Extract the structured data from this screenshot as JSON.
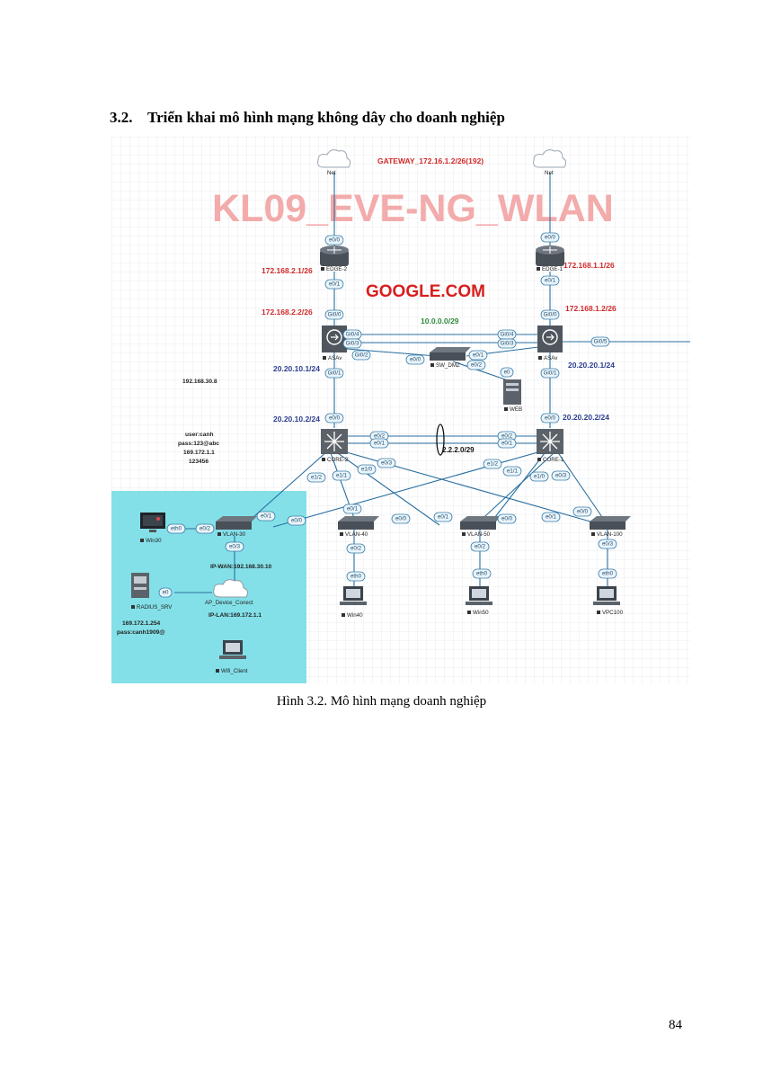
{
  "section": {
    "number": "3.2.",
    "title": "Triển khai mô hình mạng không dây cho doanh nghiệp"
  },
  "caption": "Hình 3.2. Mô hình mạng doanh nghiệp",
  "page_number": "84",
  "diagram": {
    "watermark": "KL09_EVE-NG_WLAN",
    "gateway": "GATEWAY_172.16.1.2/26(192)",
    "google": "GOOGLE.COM",
    "nodes": {
      "net_left": "Net",
      "net_right": "Net",
      "edge2": "EDGE-2",
      "edge1": "EDGE-1",
      "asav_left": "ASAv",
      "asav_right": "ASAv",
      "sw_dmz": "SW_DMZ",
      "web": "WEB",
      "core2": "CORE-2",
      "core1": "CORE-1",
      "vlan30": "VLAN-30",
      "vlan40": "VLAN-40",
      "vlan50": "VLAN-50",
      "vlan100": "VLAN-100",
      "win30": "Win30",
      "win40": "Win40",
      "win50": "Win50",
      "vpc100": "VPC100",
      "radius": "RADIUS_SRV",
      "ap": "AP_Device_Conect",
      "wifi_client": "Wifi_Client"
    },
    "addresses": {
      "edge2_out": "172.168.2.1/26",
      "edge2_in": "172.168.2.2/26",
      "edge1_out": "172.168.1.1/26",
      "edge1_in": "172.168.1.2/26",
      "asa_link": "10.0.0.0/29",
      "asa_left_core": "20.20.10.1/24",
      "core2_up": "20.20.10.2/24",
      "asa_right_core": "20.20.20.1/24",
      "core1_up": "20.20.20.2/24",
      "core_link": "2.2.2.0/29",
      "ip_wan": "IP-WAN:192.168.30.10",
      "ip_lan": "IP-LAN:169.172.1.1",
      "ip_192": "192.168.30.8"
    },
    "notes": {
      "user": "user:canh",
      "pass": "pass:123@abc",
      "ip": "169.172.1.1",
      "code": "123456",
      "radius_ip": "169.172.1.254",
      "radius_pass": "pass:canh1909@"
    },
    "ports": {
      "p1": "e0/0",
      "p2": "e0/1",
      "p3": "Gi0/0",
      "p4": "e0/0",
      "p5": "e0/1",
      "p6": "Gi0/0",
      "p7": "Gi0/4",
      "p8": "Gi0/3",
      "p9": "Gi0/4",
      "p10": "Gi0/3",
      "p11": "Gi0/2",
      "p12": "Gi0/5",
      "p13": "e0/0",
      "p14": "e0/1",
      "p15": "e0/2",
      "p16": "e0",
      "p17": "Gi0/1",
      "p18": "Gi0/1",
      "p19": "e0/0",
      "p20": "e0/0",
      "p21": "e0/2",
      "p22": "e0/1",
      "p23": "e0/2",
      "p24": "e0/1",
      "p25": "e1/2",
      "p26": "e1/1",
      "p27": "e1/0",
      "p28": "e0/3",
      "p29": "e1/2",
      "p30": "e1/1",
      "p31": "e1/0",
      "p32": "e0/3",
      "p33": "eth0",
      "p34": "e0/2",
      "p35": "e0/1",
      "p36": "e0/0",
      "p37": "e0/3",
      "p38": "e0/1",
      "p39": "e0/0",
      "p40": "e0/2",
      "p41": "eth0",
      "p42": "e0/1",
      "p43": "e0/0",
      "p44": "e0/2",
      "p45": "eth0",
      "p46": "e0/1",
      "p47": "e0/0",
      "p48": "e0/3",
      "p49": "eth0",
      "p50": "e0"
    }
  }
}
